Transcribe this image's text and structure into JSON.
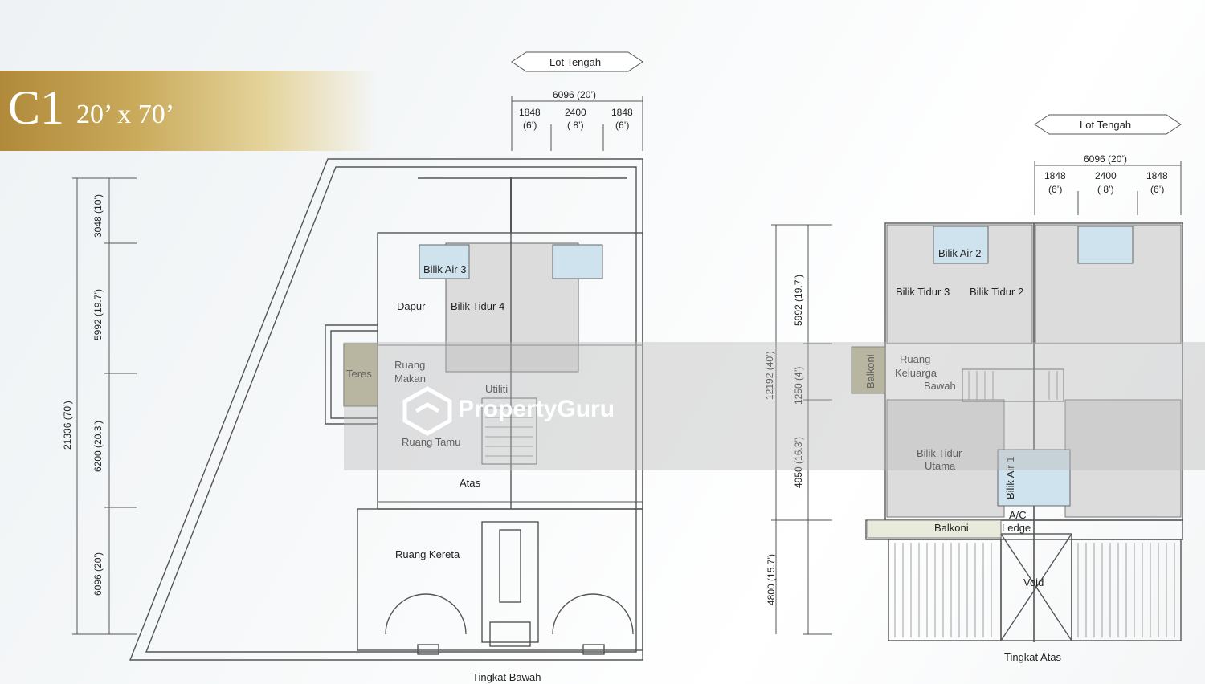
{
  "header": {
    "code": "C1",
    "size": "20’ x 70’"
  },
  "left_plan": {
    "lot_label": "Lot Tengah",
    "width_total": "6096 (20’)",
    "width_parts": [
      {
        "mm": "1848",
        "ft": "(6’)"
      },
      {
        "mm": "2400",
        "ft": "( 8’)"
      },
      {
        "mm": "1848",
        "ft": "(6’)"
      }
    ],
    "depth_total": "21336 (70’)",
    "depth_parts": [
      "3048 (10’)",
      "5992 (19.7’)",
      "6200 (20.3’)",
      "6096 (20’)"
    ],
    "rooms": {
      "bilik_air_3": "Bilik Air 3",
      "dapur": "Dapur",
      "bilik_tidur_4": "Bilik Tidur 4",
      "teres": "Teres",
      "ruang_makan_1": "Ruang",
      "ruang_makan_2": "Makan",
      "utiliti": "Utiliti",
      "ruang_tamu": "Ruang Tamu",
      "atas": "Atas",
      "ruang_kereta": "Ruang Kereta"
    },
    "floor_name": "Tingkat Bawah"
  },
  "right_plan": {
    "lot_label": "Lot Tengah",
    "width_total": "6096 (20’)",
    "width_parts": [
      {
        "mm": "1848",
        "ft": "(6’)"
      },
      {
        "mm": "2400",
        "ft": "( 8’)"
      },
      {
        "mm": "1848",
        "ft": "(6’)"
      }
    ],
    "depth_total": "12192 (40’)",
    "depth_parts": [
      "5992 (19.7’)",
      "1250 (4’)",
      "4950 (16.3’)",
      "4800 (15.7’)"
    ],
    "rooms": {
      "bilik_air_2": "Bilik Air 2",
      "bilik_tidur_3": "Bilik Tidur 3",
      "bilik_tidur_2": "Bilik Tidur 2",
      "balkoni_side": "Balkoni",
      "ruang_keluarga_1": "Ruang",
      "ruang_keluarga_2": "Keluarga",
      "bawah": "Bawah",
      "bilik_tidur_utama_1": "Bilik Tidur",
      "bilik_tidur_utama_2": "Utama",
      "bilik_air_1": "Bilik Air 1",
      "ac_1": "A/C",
      "ac_2": "Ledge",
      "balkoni": "Balkoni",
      "void": "Void"
    },
    "floor_name": "Tingkat Atas"
  },
  "watermark": "PropertyGuru",
  "colors": {
    "gold": "#b08a3a",
    "room_grey": "#dcdcdc",
    "bath_blue": "#cfe3ee",
    "teres_olive": "#b7b28e",
    "band_grey": "#b9b9b9"
  }
}
